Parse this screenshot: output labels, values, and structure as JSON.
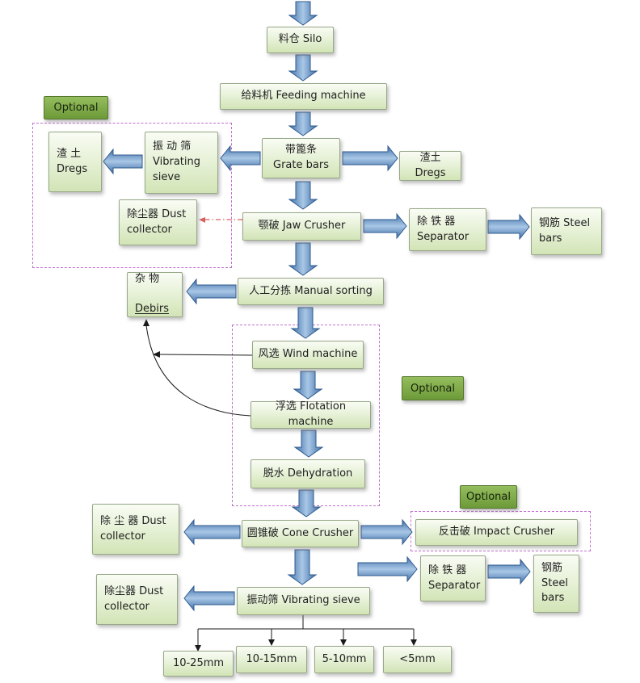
{
  "nodes": {
    "silo": {
      "label": "料仓 Silo"
    },
    "feeding": {
      "label": "给料机 Feeding machine"
    },
    "grate": {
      "label": "带篦条\nGrate bars"
    },
    "vibrating_sieve_1": {
      "label": "振 动 筛\nVibrating\nsieve"
    },
    "dregs_left": {
      "label": "渣 土\nDregs"
    },
    "dregs_right": {
      "label": "渣土 Dregs"
    },
    "jaw_crusher": {
      "label": "颚破 Jaw Crusher"
    },
    "separator_1": {
      "label": "除 铁 器\nSeparator"
    },
    "steel_bars_1": {
      "label": "钢筋 Steel\nbars"
    },
    "dust_collector_1": {
      "label": "除尘器 Dust\ncollector"
    },
    "manual_sorting": {
      "label": "人工分拣 Manual sorting"
    },
    "debris": {
      "zh": "杂  物",
      "en": "Debirs"
    },
    "wind_machine": {
      "label": "风选 Wind machine"
    },
    "flotation": {
      "label": "浮选 Flotation machine"
    },
    "dehydration": {
      "label": "脱水 Dehydration"
    },
    "cone_crusher": {
      "label": "圆锥破 Cone Crusher"
    },
    "dust_collector_2": {
      "label": "除 尘 器 Dust\ncollector"
    },
    "impact_crusher": {
      "label": "反击破  Impact Crusher"
    },
    "separator_2": {
      "label": "除 铁 器\nSeparator"
    },
    "steel_bars_2": {
      "label": "钢筋\nSteel\nbars"
    },
    "vibrating_sieve_2": {
      "label": "振动筛 Vibrating sieve"
    },
    "dust_collector_3": {
      "label": "除尘器 Dust\ncollector"
    },
    "size_10_25": {
      "label": "10-25mm"
    },
    "size_10_15": {
      "label": "10-15mm"
    },
    "size_5_10": {
      "label": "5-10mm"
    },
    "size_lt_5": {
      "label": "<5mm"
    }
  },
  "optional_labels": {
    "top_left": "Optional",
    "middle_right": "Optional",
    "bottom_right": "Optional"
  },
  "colors": {
    "box_green_top": "#f9fcf4",
    "box_green_bottom": "#d2e4b6",
    "arrow_blue": "#3e6fa8",
    "arrow_blue_light": "#a9c7e6",
    "optional_green": "#6d9a38",
    "dashed_purple": "#c26fd0",
    "dashed_red": "#d95f5f"
  }
}
